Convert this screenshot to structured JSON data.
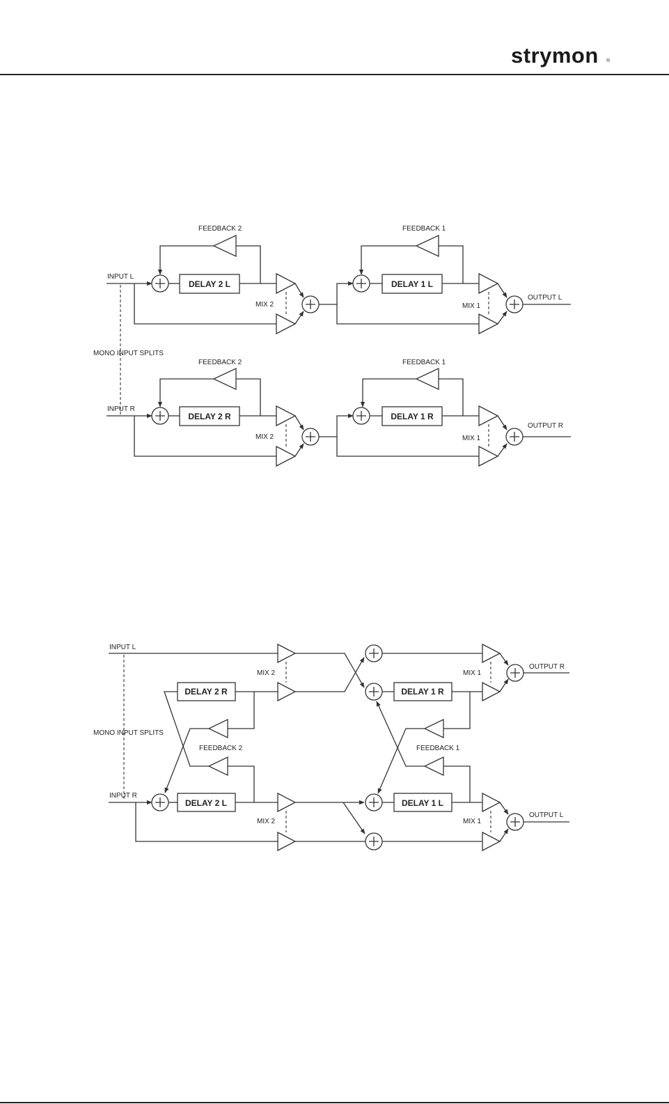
{
  "header": {
    "logo_text": "strymon",
    "logo_mark": "®"
  },
  "diagram_top": {
    "feedback_2_upper": "FEEDBACK 2",
    "feedback_1_upper": "FEEDBACK 1",
    "input_l": "INPUT L",
    "delay_2_l": "DELAY 2 L",
    "delay_1_l": "DELAY 1 L",
    "mix_2_upper": "MIX 2",
    "mix_1_upper": "MIX 1",
    "output_l": "OUTPUT L",
    "mono_input_splits": "MONO INPUT SPLITS",
    "feedback_2_lower": "FEEDBACK 2",
    "feedback_1_lower": "FEEDBACK 1",
    "input_r": "INPUT R",
    "delay_2_r": "DELAY 2 R",
    "delay_1_r": "DELAY 1 R",
    "mix_2_lower": "MIX 2",
    "mix_1_lower": "MIX 1",
    "output_r": "OUTPUT R"
  },
  "diagram_bottom": {
    "input_l": "INPUT L",
    "mix_2_upper": "MIX 2",
    "mix_1_upper": "MIX 1",
    "output_r": "OUTPUT R",
    "delay_2_r": "DELAY 2 R",
    "delay_1_r": "DELAY 1 R",
    "mono_input_splits": "MONO INPUT SPLITS",
    "feedback_2": "FEEDBACK 2",
    "feedback_1": "FEEDBACK 1",
    "input_r": "INPUT R",
    "delay_2_l": "DELAY 2 L",
    "delay_1_l": "DELAY 1 L",
    "mix_2_lower": "MIX 2",
    "mix_1_lower": "MIX 1",
    "output_l": "OUTPUT L"
  }
}
